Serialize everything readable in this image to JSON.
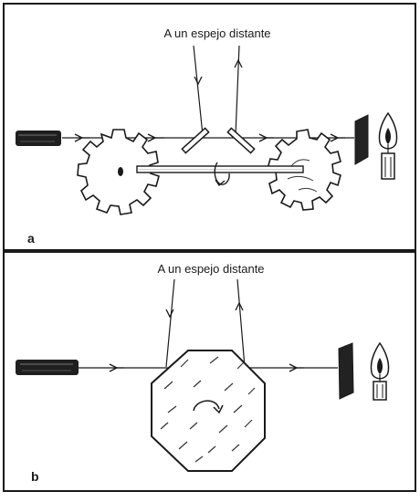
{
  "panel_a": {
    "caption": "A un espejo distante",
    "letter": "a"
  },
  "panel_b": {
    "caption": "A un espejo distante",
    "letter": "b"
  },
  "colors": {
    "ink": "#1a1a1a",
    "paper": "#ffffff"
  },
  "icons": [
    "telescope-icon",
    "gear-wheel-icon",
    "mirror-icon",
    "screen-icon",
    "candle-flame-icon",
    "rotation-arrow-icon",
    "octagonal-mirror-icon"
  ]
}
